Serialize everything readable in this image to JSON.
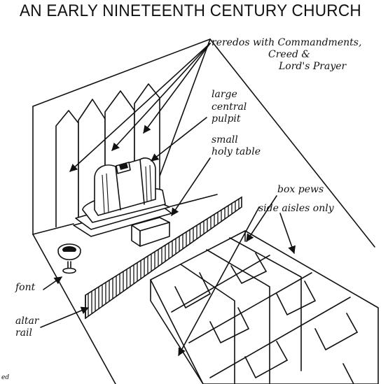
{
  "title": "AN EARLY NINETEENTH CENTURY CHURCH",
  "labels": {
    "reredos_line1": "reredos with Commandments,",
    "reredos_line2": "Creed &",
    "reredos_line3": "Lord's Prayer",
    "pulpit_line1": "large",
    "pulpit_line2": "central",
    "pulpit_line3": "pulpit",
    "table_line1": "small",
    "table_line2": "holy table",
    "box_pews": "box pews",
    "side_aisles": "side aisles only",
    "font": "font",
    "altar_line1": "altar",
    "altar_line2": "rail",
    "signature": "ed"
  }
}
